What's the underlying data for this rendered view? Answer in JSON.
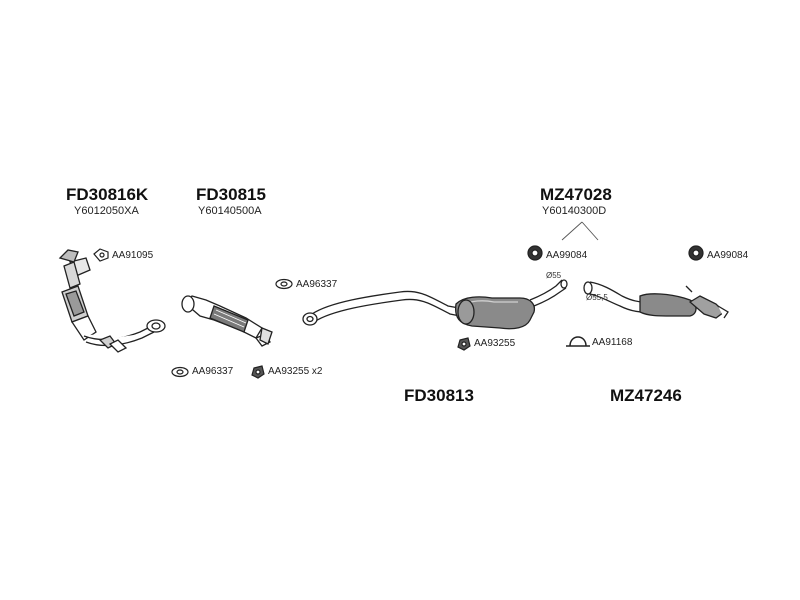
{
  "parts": {
    "fd30816k": {
      "number": "FD30816K",
      "ref": "Y6012050XA"
    },
    "fd30815": {
      "number": "FD30815",
      "ref": "Y60140500A"
    },
    "mz47028": {
      "number": "MZ47028",
      "ref": "Y60140300D"
    },
    "fd30813": {
      "number": "FD30813"
    },
    "mz47246": {
      "number": "MZ47246"
    }
  },
  "accessories": {
    "aa91095": "AA91095",
    "aa96337_top": "AA96337",
    "aa96337_bottom": "AA96337",
    "aa93255_bottom": "AA93255 x2",
    "aa93255_mid": "AA93255",
    "aa99084_left": "AA99084",
    "aa99084_right": "AA99084",
    "aa91168": "AA91168"
  },
  "dimensions": {
    "d55": "Ø55",
    "d55_5": "Ø55,5"
  },
  "icons": [
    "gasket-icon",
    "clamp-icon",
    "rubber-mount-icon",
    "nut-icon"
  ]
}
